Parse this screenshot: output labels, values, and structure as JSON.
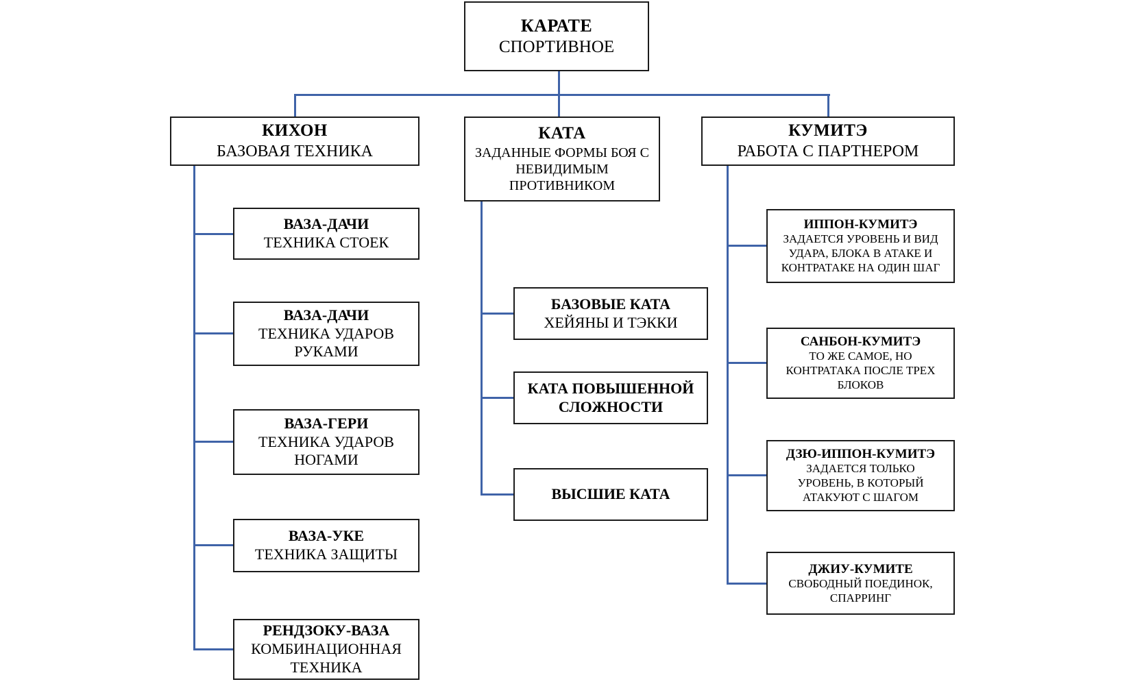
{
  "diagram": {
    "colors": {
      "connector": "#3f63a8",
      "box_border": "#1b1b1b",
      "box_background": "#ffffff",
      "text": "#000000",
      "background": "#ffffff"
    },
    "root": {
      "title": "КАРАТЕ",
      "subtitle": "СПОРТИВНОЕ"
    },
    "branches": [
      {
        "title": "КИХОН",
        "subtitle": "БАЗОВАЯ ТЕХНИКА",
        "children": [
          {
            "title": "ВАЗА-ДАЧИ",
            "subtitle": "ТЕХНИКА СТОЕК"
          },
          {
            "title": "ВАЗА-ДАЧИ",
            "subtitle": "ТЕХНИКА УДАРОВ\nРУКАМИ"
          },
          {
            "title": "ВАЗА-ГЕРИ",
            "subtitle": "ТЕХНИКА УДАРОВ\nНОГАМИ"
          },
          {
            "title": "ВАЗА-УКЕ",
            "subtitle": "ТЕХНИКА ЗАЩИТЫ"
          },
          {
            "title": "РЕНДЗОКУ-ВАЗА",
            "subtitle": "КОМБИНАЦИОННАЯ\nТЕХНИКА"
          }
        ]
      },
      {
        "title": "КАТА",
        "subtitle": "ЗАДАННЫЕ ФОРМЫ БОЯ С\nНЕВИДИМЫМ\nПРОТИВНИКОМ",
        "children": [
          {
            "title": "БАЗОВЫЕ КАТА",
            "subtitle": "ХЕЙЯНЫ И ТЭККИ"
          },
          {
            "title": "КАТА ПОВЫШЕННОЙ\nСЛОЖНОСТИ",
            "subtitle": ""
          },
          {
            "title": "ВЫСШИЕ КАТА",
            "subtitle": ""
          }
        ]
      },
      {
        "title": "КУМИТЭ",
        "subtitle": "РАБОТА С ПАРТНЕРОМ",
        "children": [
          {
            "title": "ИППОН-КУМИТЭ",
            "subtitle": "ЗАДАЕТСЯ УРОВЕНЬ И ВИД\nУДАРА, БЛОКА В АТАКЕ И\nКОНТРАТАКЕ НА ОДИН ШАГ"
          },
          {
            "title": "САНБОН-КУМИТЭ",
            "subtitle": "ТО ЖЕ САМОЕ, НО\nКОНТРАТАКА ПОСЛЕ ТРЕХ\nБЛОКОВ"
          },
          {
            "title": "ДЗЮ-ИППОН-КУМИТЭ",
            "subtitle": "ЗАДАЕТСЯ ТОЛЬКО\nУРОВЕНЬ, В КОТОРЫЙ\nАТАКУЮТ С ШАГОМ"
          },
          {
            "title": "ДЖИУ-КУМИТЕ",
            "subtitle": "СВОБОДНЫЙ ПОЕДИНОК,\nСПАРРИНГ"
          }
        ]
      }
    ]
  }
}
